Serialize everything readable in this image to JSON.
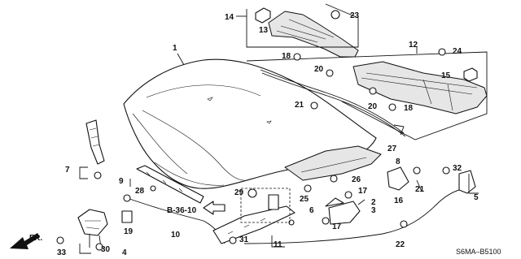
{
  "labels": [
    "1",
    "2",
    "3",
    "4",
    "5",
    "6",
    "7",
    "8",
    "9",
    "10",
    "11",
    "12",
    "13",
    "14",
    "15",
    "16",
    "17",
    "18",
    "19",
    "20",
    "21",
    "22",
    "23",
    "24",
    "25",
    "26",
    "27",
    "28",
    "29",
    "30",
    "31",
    "32",
    "33"
  ],
  "reference": "B-36-10",
  "front_marker": "FR.",
  "diagram_code": "S6MA–B5100"
}
